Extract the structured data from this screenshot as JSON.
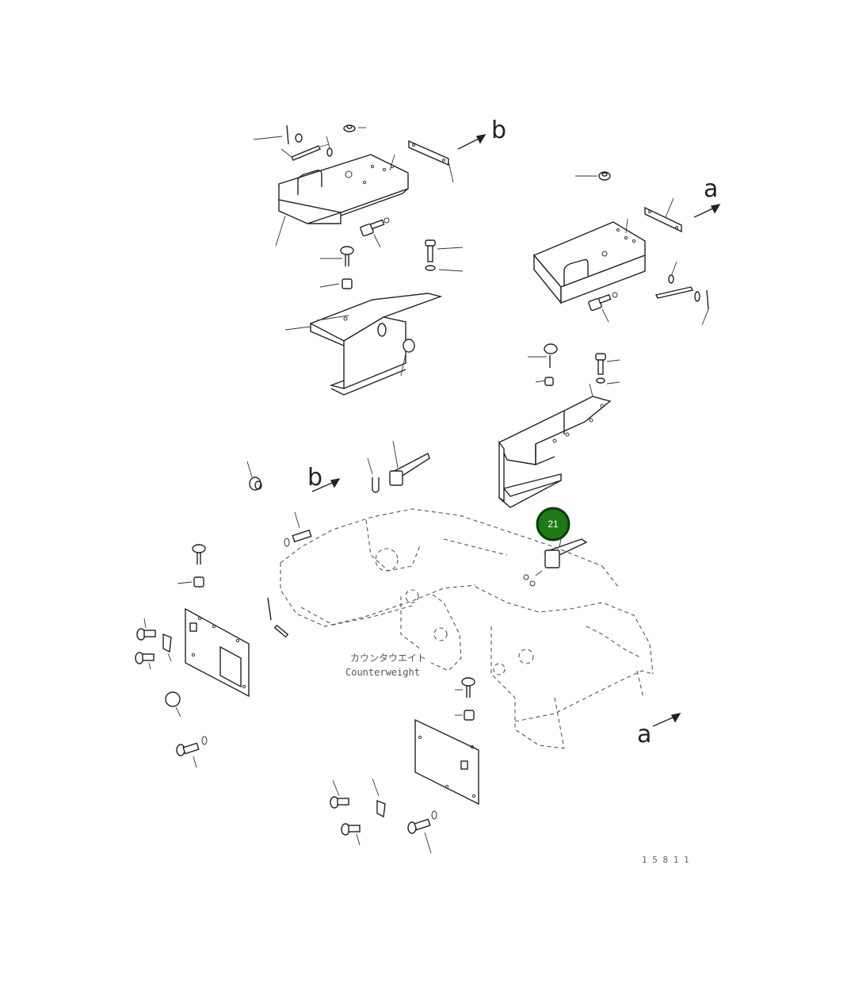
{
  "labels": {
    "b_top": "b",
    "a_top": "a",
    "b_mid": "b",
    "a_bottom": "a"
  },
  "callout": {
    "number": "21",
    "fill": "#1e7a14",
    "ring": "#0b3d08"
  },
  "counterweight_label": {
    "japanese": "カウンタウエイト",
    "english": "Counterweight"
  },
  "drawing_number": "1 5 8 1 1"
}
